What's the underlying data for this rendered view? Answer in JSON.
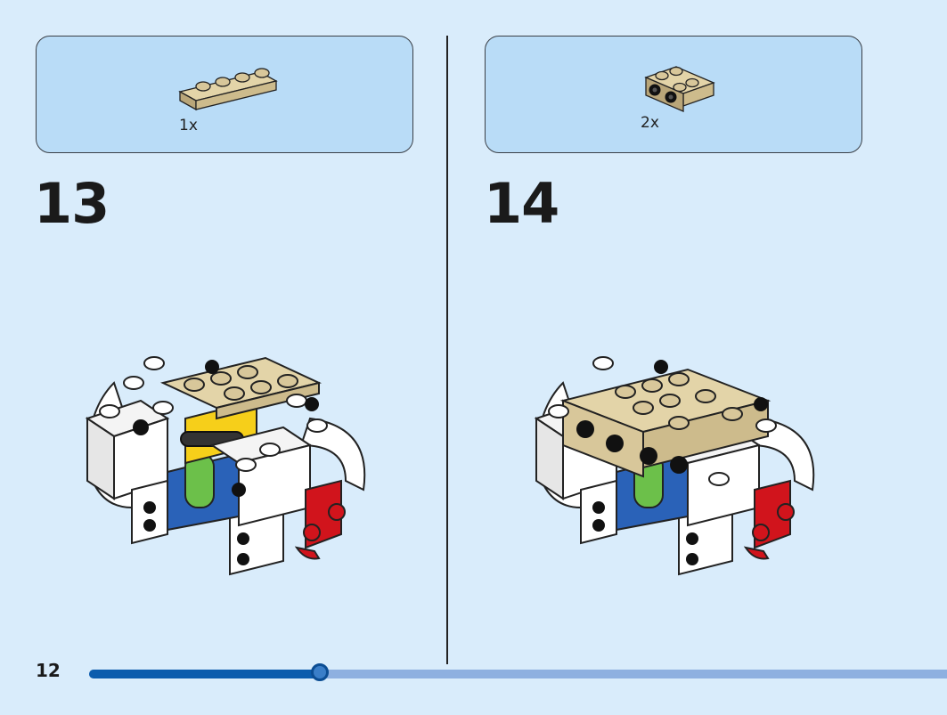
{
  "steps": [
    {
      "number": "13",
      "parts": [
        {
          "quantity": "1x",
          "name": "tan-plate-1x4"
        }
      ]
    },
    {
      "number": "14",
      "parts": [
        {
          "quantity": "2x",
          "name": "tan-bracket-1x2-2x2"
        }
      ]
    }
  ],
  "page": {
    "number": "12"
  },
  "progress": {
    "fraction": 0.27
  },
  "colors": {
    "background": "#d9ecfb",
    "callout": "#b9dcf7",
    "tan": "#d8c79a",
    "white_brick": "#ffffff",
    "yellow": "#f6cf1a",
    "blue": "#2a62b8",
    "green": "#6cc04a",
    "red": "#d1141c",
    "progress_fill": "#0b5cad",
    "progress_track": "#8eb0e0"
  }
}
